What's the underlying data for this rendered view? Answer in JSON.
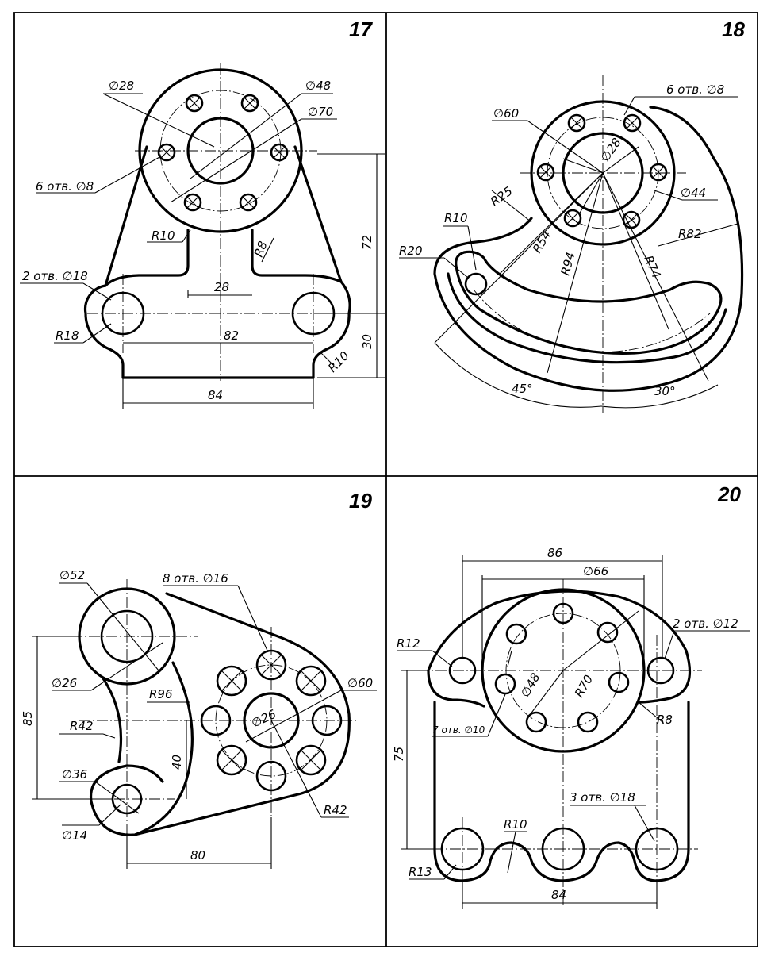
{
  "panels": [
    {
      "number": "17",
      "labels": {
        "d28": "∅28",
        "d48": "∅48",
        "d70": "∅70",
        "holes6": "6 отв. ∅8",
        "r10a": "R10",
        "r8": "R8",
        "holes2": "2 отв. ∅18",
        "r18": "R18",
        "r10b": "R10",
        "w28": "28",
        "w82": "82",
        "w84": "84",
        "h72": "72",
        "h30": "30"
      }
    },
    {
      "number": "18",
      "labels": {
        "d60": "∅60",
        "holes6": "6 отв. ∅8",
        "d28": "∅28",
        "d44": "∅44",
        "r25": "R25",
        "r10": "R10",
        "r20": "R20",
        "r54": "R54",
        "r94": "R94",
        "r74": "R74",
        "r82": "R82",
        "a45": "45°",
        "a30": "30°"
      }
    },
    {
      "number": "19",
      "labels": {
        "d52": "∅52",
        "holes8": "8 отв. ∅16",
        "d60": "∅60",
        "d26a": "∅26",
        "r96": "R96",
        "r42a": "R42",
        "d36": "∅36",
        "d14": "∅14",
        "d26b": "∅26",
        "r42b": "R42",
        "h85": "85",
        "h40": "40",
        "w80": "80"
      }
    },
    {
      "number": "20",
      "labels": {
        "w86": "86",
        "d66": "∅66",
        "r12": "R12",
        "holes2": "2 отв. ∅12",
        "holes7": "7 отв. ∅10",
        "d48": "∅48",
        "r70": "R70",
        "r8": "R8",
        "h75": "75",
        "r10": "R10",
        "holes3": "3 отв. ∅18",
        "r13": "R13",
        "w84": "84"
      }
    }
  ]
}
